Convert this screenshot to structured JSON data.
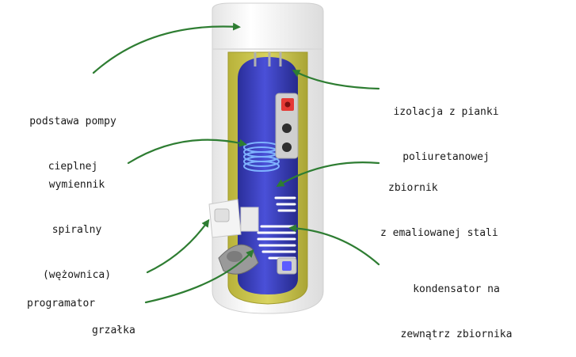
{
  "colors": {
    "arrow": "#2e7d32",
    "insulation": "#c8c34e",
    "tank_blue": "#3b3fb8",
    "tank_stripe": "#ffffff",
    "casing": "#f2f2f2",
    "hot_valve": "#e53935",
    "cold_valve": "#5c5cff"
  },
  "labels": [
    {
      "id": "heat-pump-base",
      "lines": [
        "podstawa pompy",
        "cieplnej"
      ]
    },
    {
      "id": "insulation",
      "lines": [
        "izolacja z pianki",
        "poliuretanowej"
      ]
    },
    {
      "id": "spiral-exchanger",
      "lines": [
        "wymiennik",
        "spiralny",
        "(wężownica)"
      ]
    },
    {
      "id": "steel-tank",
      "lines": [
        "zbiornik",
        "z emaliowanej stali"
      ]
    },
    {
      "id": "programmer",
      "lines": [
        "programator"
      ]
    },
    {
      "id": "condenser",
      "lines": [
        "kondensator na",
        "zewnątrz zbiornika"
      ]
    },
    {
      "id": "heater",
      "lines": [
        "grzałka"
      ]
    }
  ]
}
